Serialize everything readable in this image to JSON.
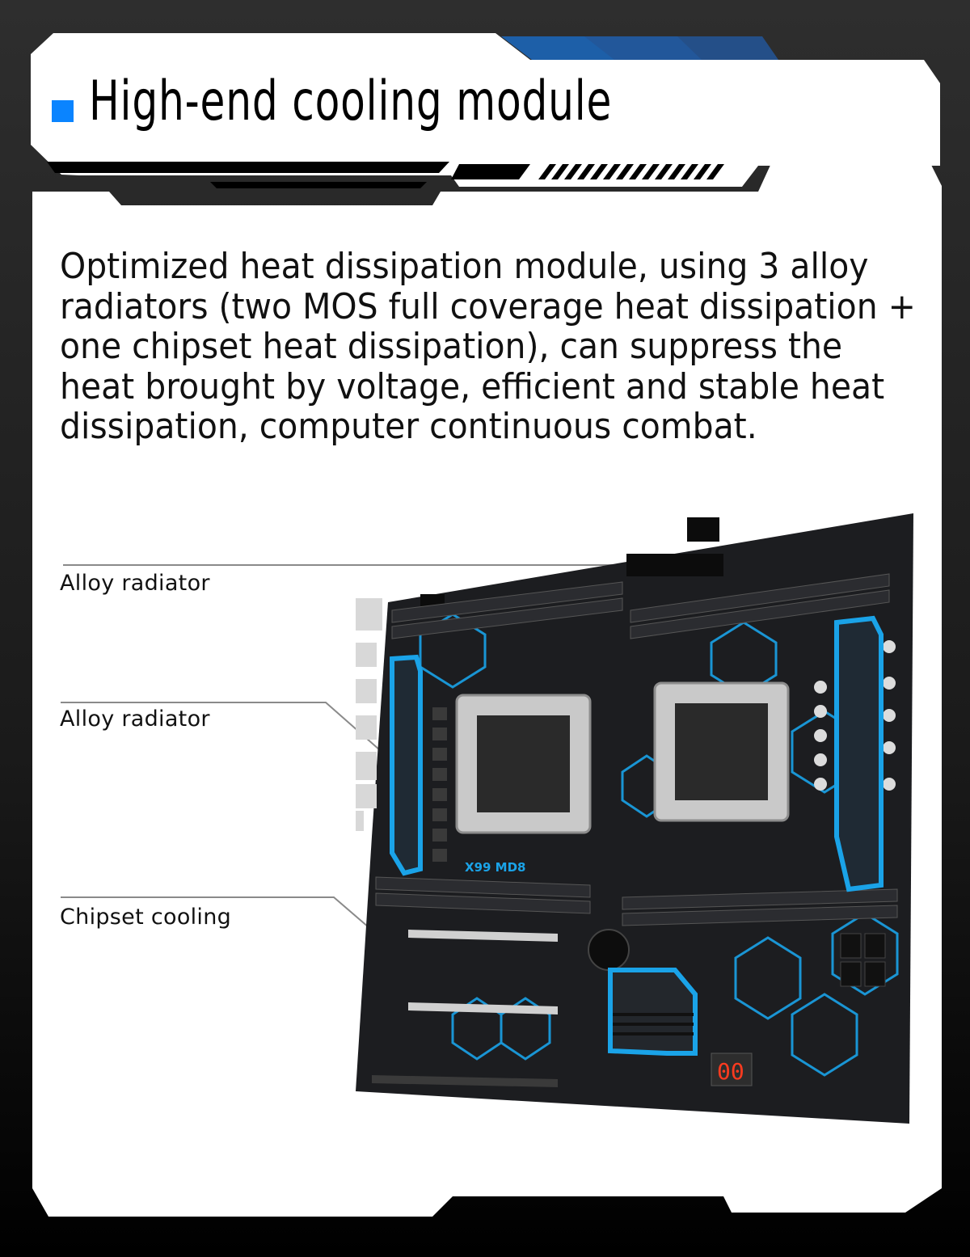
{
  "header": {
    "title": "High-end cooling module",
    "accent_color": "#0a84ff"
  },
  "description": "Optimized heat dissipation module, using 3 alloy radiators (two MOS full coverage heat dissipation + one chipset heat dissipation), can suppress the heat brought by voltage, efficient and stable heat dissipation, computer continuous combat.",
  "callouts": [
    {
      "label": "Alloy radiator"
    },
    {
      "label": "Alloy radiator"
    },
    {
      "label": "Chipset cooling"
    }
  ],
  "product": {
    "board_logo_text": "X99 MD8",
    "debug_display": "00",
    "highlight_color": "#1aa3e8"
  }
}
